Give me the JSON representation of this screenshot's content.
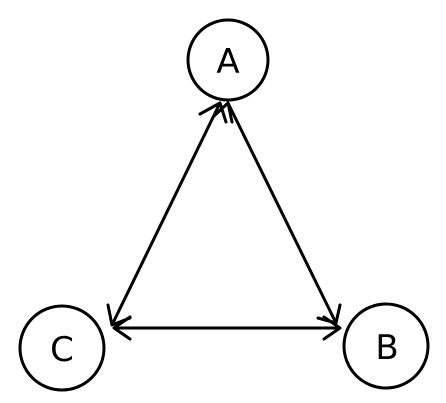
{
  "diagram": {
    "nodes": {
      "a": {
        "label": "A"
      },
      "b": {
        "label": "B"
      },
      "c": {
        "label": "C"
      }
    },
    "edges": [
      {
        "from": "A",
        "to": "B",
        "direction": "both"
      },
      {
        "from": "A",
        "to": "C",
        "direction": "both"
      },
      {
        "from": "C",
        "to": "B",
        "direction": "both"
      }
    ],
    "colors": {
      "stroke": "#000000",
      "background": "#ffffff"
    }
  }
}
